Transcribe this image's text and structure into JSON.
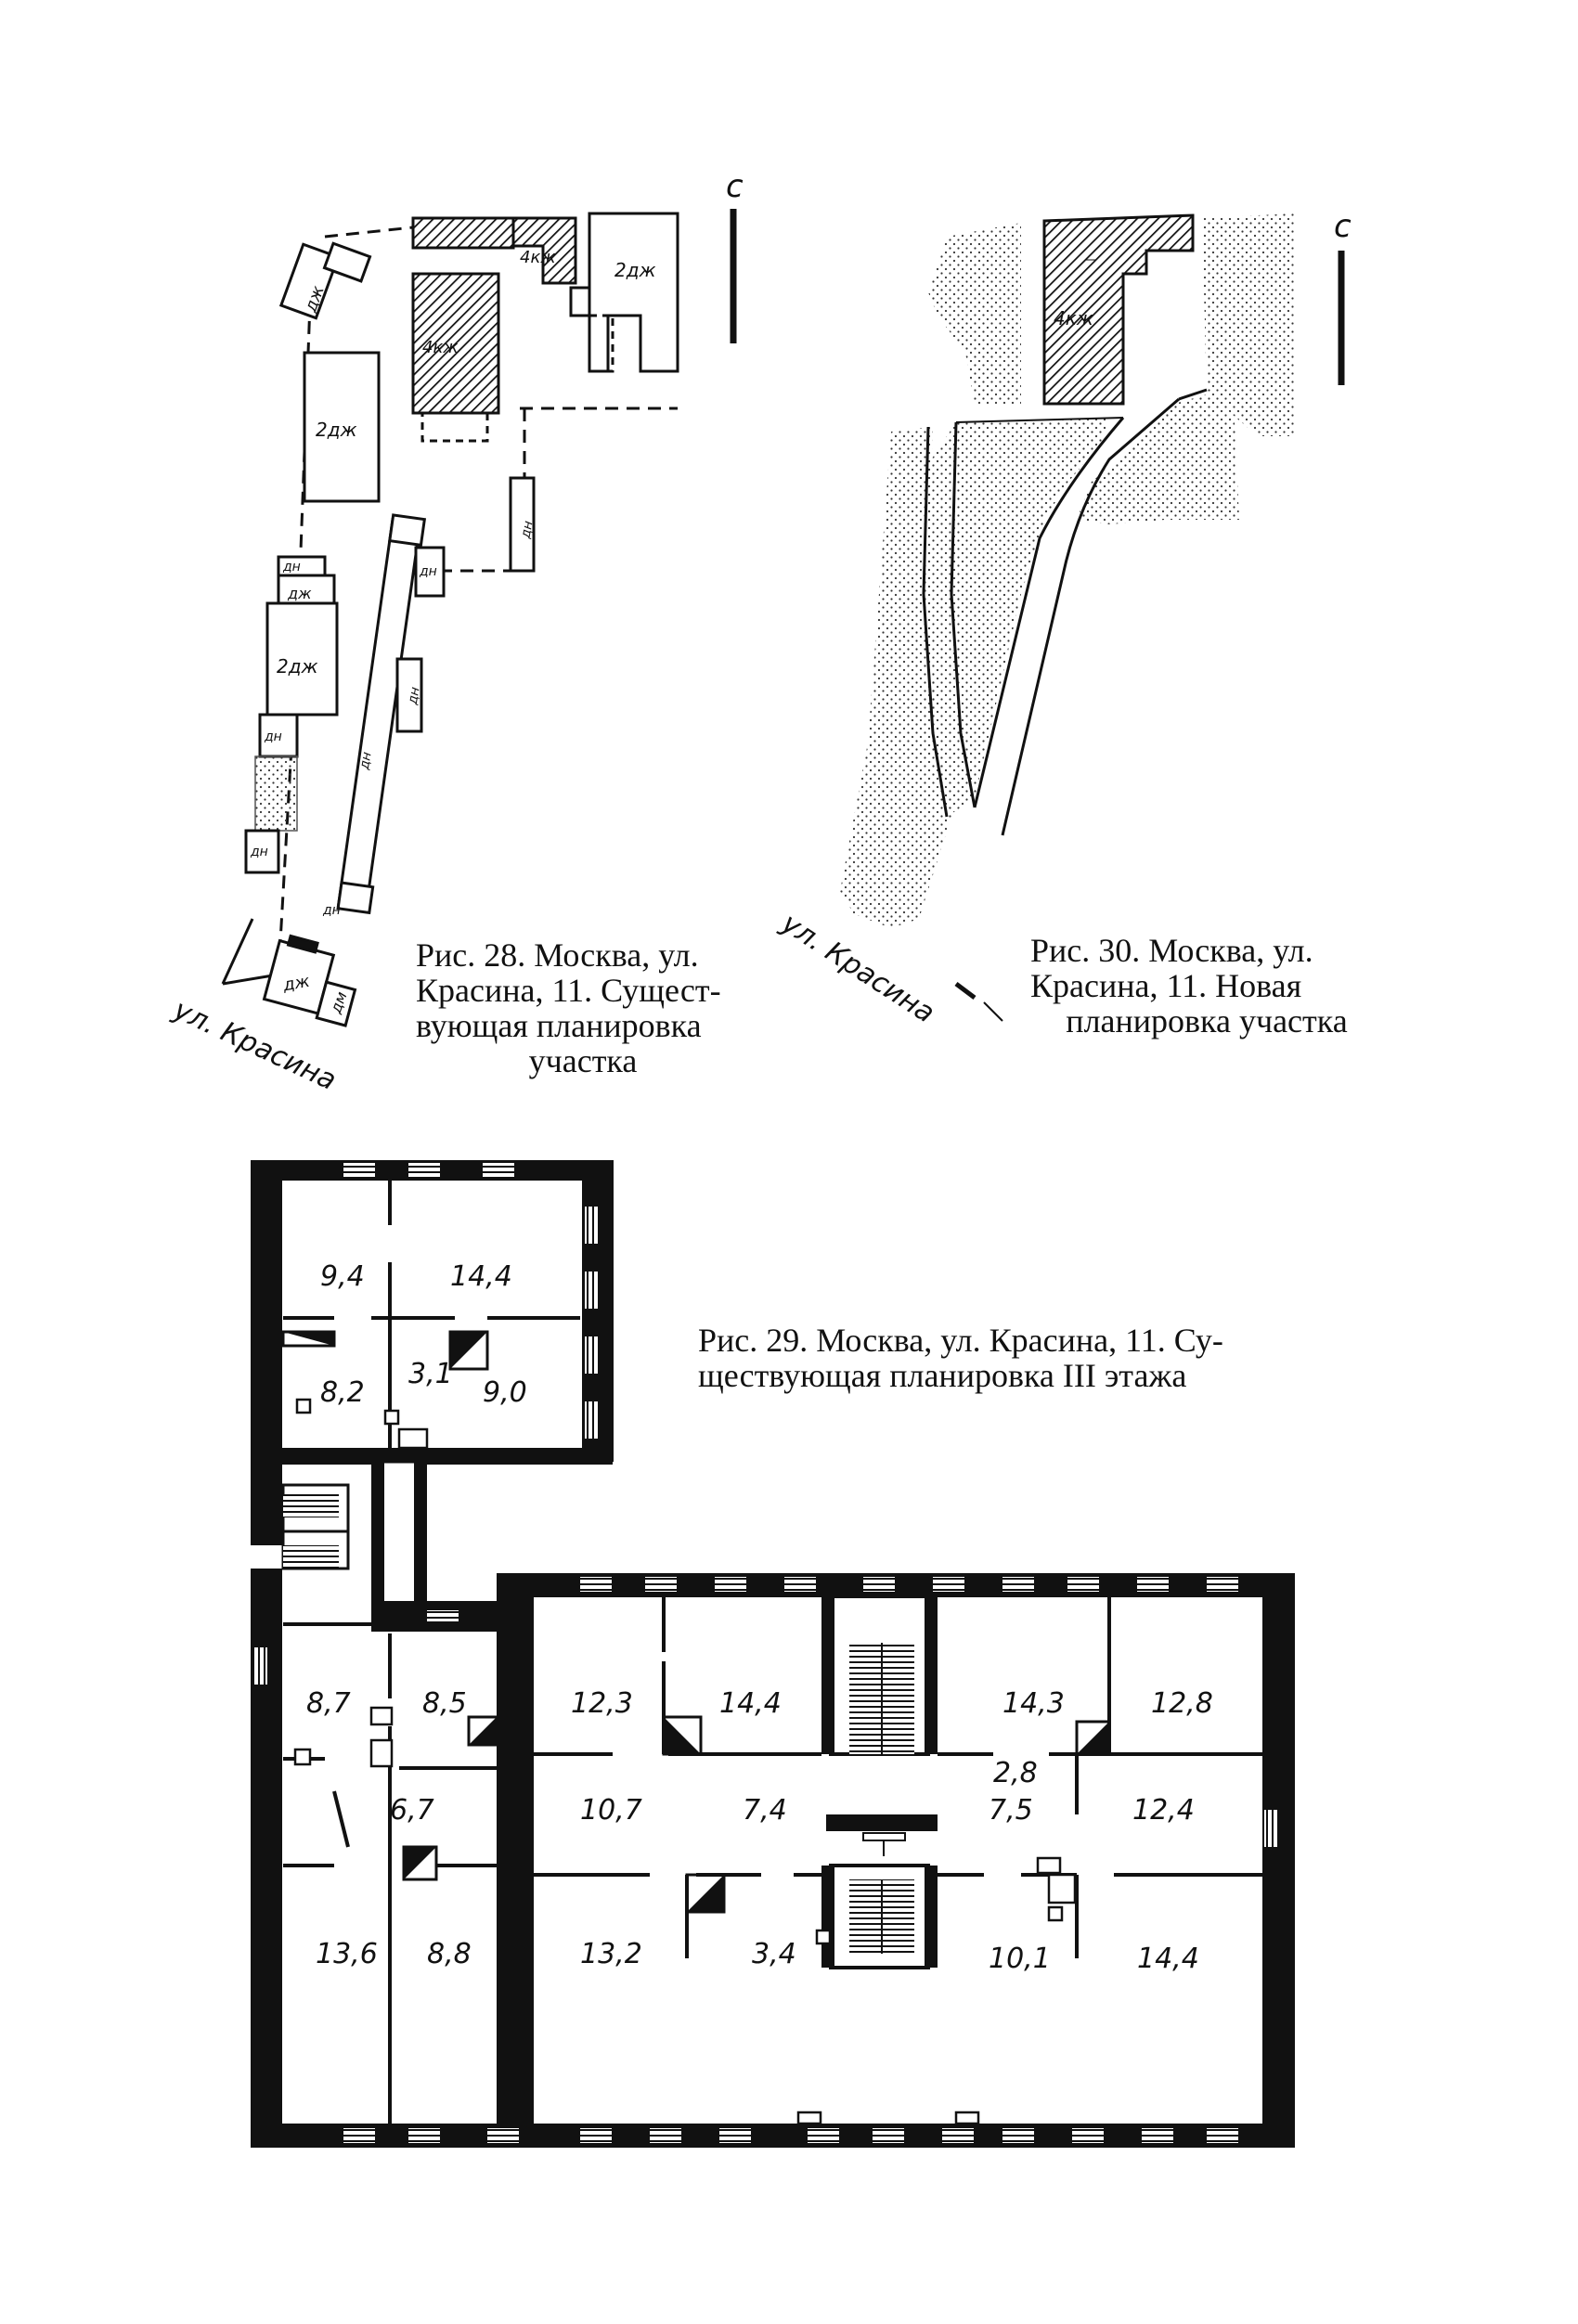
{
  "figures": {
    "fig28": {
      "caption_lines": [
        "Рис. 28. Москва, ул.",
        "Красина, 11. Сущест-",
        "вующая планировка",
        "участка"
      ],
      "north": "с",
      "street": "ул. Красина",
      "buildings": {
        "b_4kzh_top": "4кж",
        "b_4kzh_main": "4кж",
        "b_2dzh_right": "2дж",
        "b_2dzh_mid": "2дж",
        "b_dzh_top": "дж",
        "b_dn_right": "дн",
        "b_dn_col1": "дн",
        "b_dn_col2": "дн",
        "b_dn_long": "дн",
        "b_dn_bottom": "дн",
        "b_dn_left1": "дн",
        "b_dzh_left": "дж",
        "b_2dzh_left": "2дж",
        "b_dn_left2": "дн",
        "b_dn_left3": "дн",
        "b_dzh_bottom": "дж",
        "b_dm_bottom": "дм"
      }
    },
    "fig30": {
      "caption_lines": [
        "Рис. 30. Москва, ул.",
        "Красина, 11. Новая",
        "планировка участка"
      ],
      "north": "с",
      "street": "ул. Красина",
      "building": "4кж"
    },
    "fig29": {
      "caption_lines": [
        "Рис. 29. Москва, ул. Красина, 11. Су-",
        "ществующая планировка III этажа"
      ],
      "rooms": [
        "9,4",
        "14,4",
        "3,1",
        "8,2",
        "9,0",
        "8,7",
        "8,5",
        "6,7",
        "13,6",
        "8,8",
        "12,3",
        "14,4",
        "10,7",
        "7,4",
        "13,2",
        "3,4",
        "14,3",
        "12,8",
        "2,8",
        "7,5",
        "12,4",
        "10,1",
        "14,4"
      ]
    }
  }
}
